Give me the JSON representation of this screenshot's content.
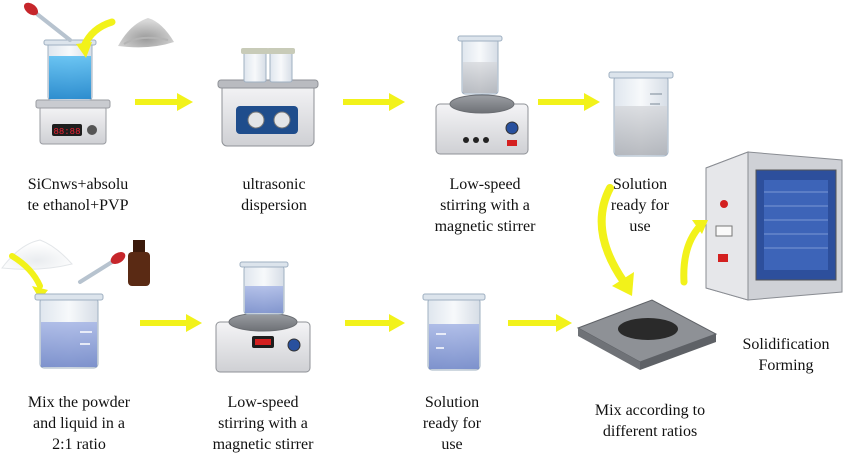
{
  "labels": {
    "step_sicnws": "SiCnws+absolu\nte ethanol+PVP",
    "step_ultrasonic": "ultrasonic\ndispersion",
    "step_stir_top": "Low-speed\nstirring with a\nmagnetic stirrer",
    "step_ready_top": "Solution\nready for\nuse",
    "step_mix_powder": "Mix the powder\nand liquid in a\n2:1 ratio",
    "step_stir_bottom": "Low-speed\nstirring with a\nmagnetic stirrer",
    "step_ready_bottom": "Solution\nready for\nuse",
    "step_mix_ratio": "Mix according to\ndifferent ratios",
    "step_solidify": "Solidification\nForming"
  },
  "colors": {
    "arrow": "#f2f21a",
    "liquid_blue": "#3ea6e6",
    "liquid_lavender": "#8a9fd8",
    "device_body": "#e8e8ea",
    "oven_door": "#2d4f9c",
    "plate_dark": "#2a2a2a"
  }
}
